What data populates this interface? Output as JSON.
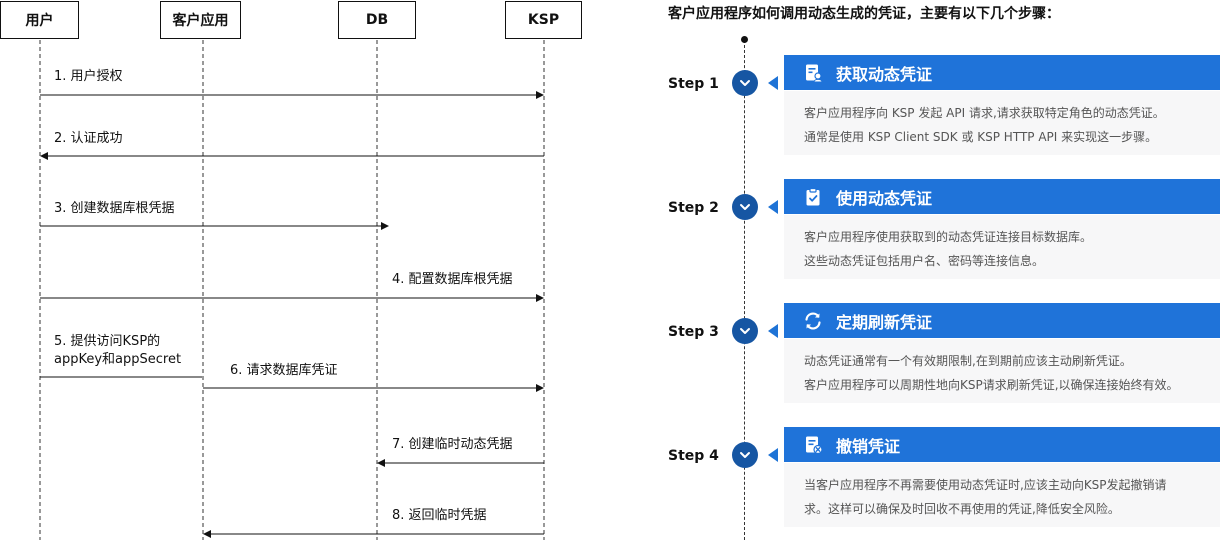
{
  "sequence": {
    "actors": [
      "用户",
      "客户应用",
      "DB",
      "KSP"
    ],
    "messages": [
      "1. 用户授权",
      "2. 认证成功",
      "3. 创建数据库根凭据",
      "4. 配置数据库根凭据",
      "5. 提供访问KSP的",
      "appKey和appSecret",
      "6. 请求数据库凭证",
      "7. 创建临时动态凭据",
      "8. 返回临时凭据"
    ]
  },
  "steps_panel": {
    "title": "客户应用程序如何调用动态生成的凭证，主要有以下几个步骤：",
    "steps": [
      {
        "label": "Step 1",
        "title": "获取动态凭证",
        "icon": "document-user-icon",
        "lines": [
          "客户应用程序向 KSP 发起 API 请求,请求获取特定角色的动态凭证。",
          "通常是使用 KSP Client SDK 或 KSP HTTP API 来实现这一步骤。"
        ]
      },
      {
        "label": "Step 2",
        "title": "使用动态凭证",
        "icon": "clipboard-icon",
        "lines": [
          "客户应用程序使用获取到的动态凭证连接目标数据库。",
          "这些动态凭证包括用户名、密码等连接信息。"
        ]
      },
      {
        "label": "Step 3",
        "title": "定期刷新凭证",
        "icon": "refresh-icon",
        "lines": [
          "动态凭证通常有一个有效期限制,在到期前应该主动刷新凭证。",
          "客户应用程序可以周期性地向KSP请求刷新凭证,以确保连接始终有效。"
        ]
      },
      {
        "label": "Step 4",
        "title": "撤销凭证",
        "icon": "document-revoke-icon",
        "lines": [
          "当客户应用程序不再需要使用动态凭证时,应该主动向KSP发起撤销请",
          "求。这样可以确保及时回收不再使用的凭证,降低安全风险。"
        ]
      }
    ]
  },
  "colors": {
    "accent": "#1f73d9",
    "accent_dark": "#1656a3",
    "body_bg": "#f7f7f8",
    "body_text": "#555555"
  }
}
